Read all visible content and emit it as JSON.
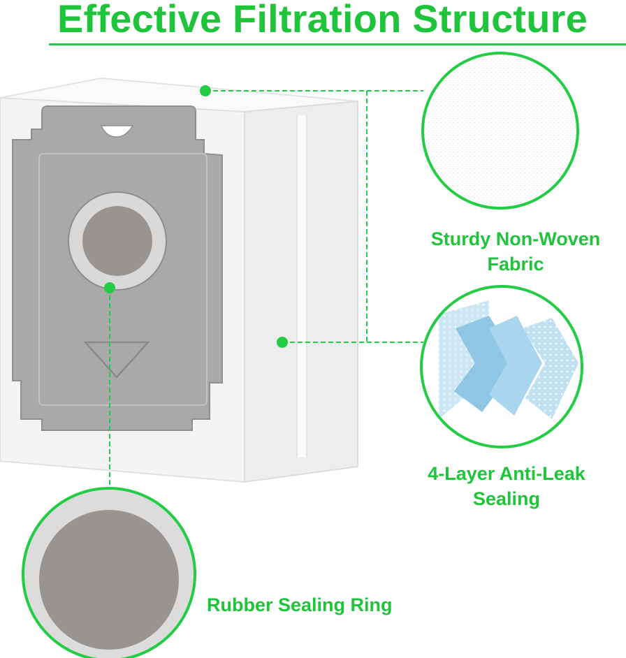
{
  "title": "Effective Filtration Structure",
  "features": {
    "fabric": {
      "label": "Sturdy Non-Woven Fabric",
      "line1": "Sturdy Non-Woven",
      "line2": "Fabric",
      "icon": "non-woven-fabric-closeup"
    },
    "sealing": {
      "label": "4-Layer Anti-Leak Sealing",
      "line1": "4-Layer Anti-Leak",
      "line2": "Sealing",
      "icon": "layered-filter-closeup"
    },
    "ring": {
      "label": "Rubber Sealing Ring",
      "icon": "rubber-ring-closeup"
    }
  },
  "colors": {
    "accent": "#22cc44",
    "text": "#1fc43a",
    "bag_white": "#f4f4f4",
    "plate_gray": "#a9a9a9",
    "ring_gray": "#9a9491"
  }
}
